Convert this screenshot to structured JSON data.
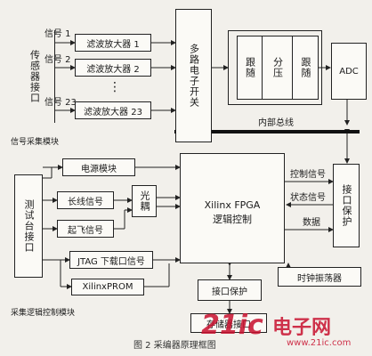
{
  "acquisition": {
    "sensor_interface": "传感器接口",
    "signals": [
      "信号 1",
      "信号 2",
      "信号 23"
    ],
    "filters": [
      "滤波放大器 1",
      "滤波放大器 2",
      "滤波放大器 23"
    ],
    "ellipsis": "⋮",
    "mux": "多路电子开关",
    "follow1": "跟随",
    "divider": "分压",
    "follow2": "跟随",
    "adc": "ADC",
    "bus": "内部总线",
    "module_label": "信号采集模块"
  },
  "logic": {
    "test_interface": "测试台接口",
    "power": "电源模块",
    "long_signal": "长线信号",
    "takeoff": "起飞信号",
    "optocoupler": "光耦",
    "jtag": "JTAG 下载口信号",
    "prom": "XilinxPROM",
    "fpga_line1": "Xilinx FPGA",
    "fpga_line2": "逻辑控制",
    "control_signal": "控制信号",
    "status_signal": "状态信号",
    "data": "数据",
    "iface_protect_right": "接口保护",
    "clock": "时钟振荡器",
    "iface_protect_bottom": "接口保护",
    "storage_iface": "存储器接口",
    "module_label": "采集逻辑控制模块"
  },
  "caption": "图 2 采编器原理框图",
  "watermark": {
    "main": "21ic",
    "brand": "电子网",
    "url": "www.21ic.com"
  }
}
